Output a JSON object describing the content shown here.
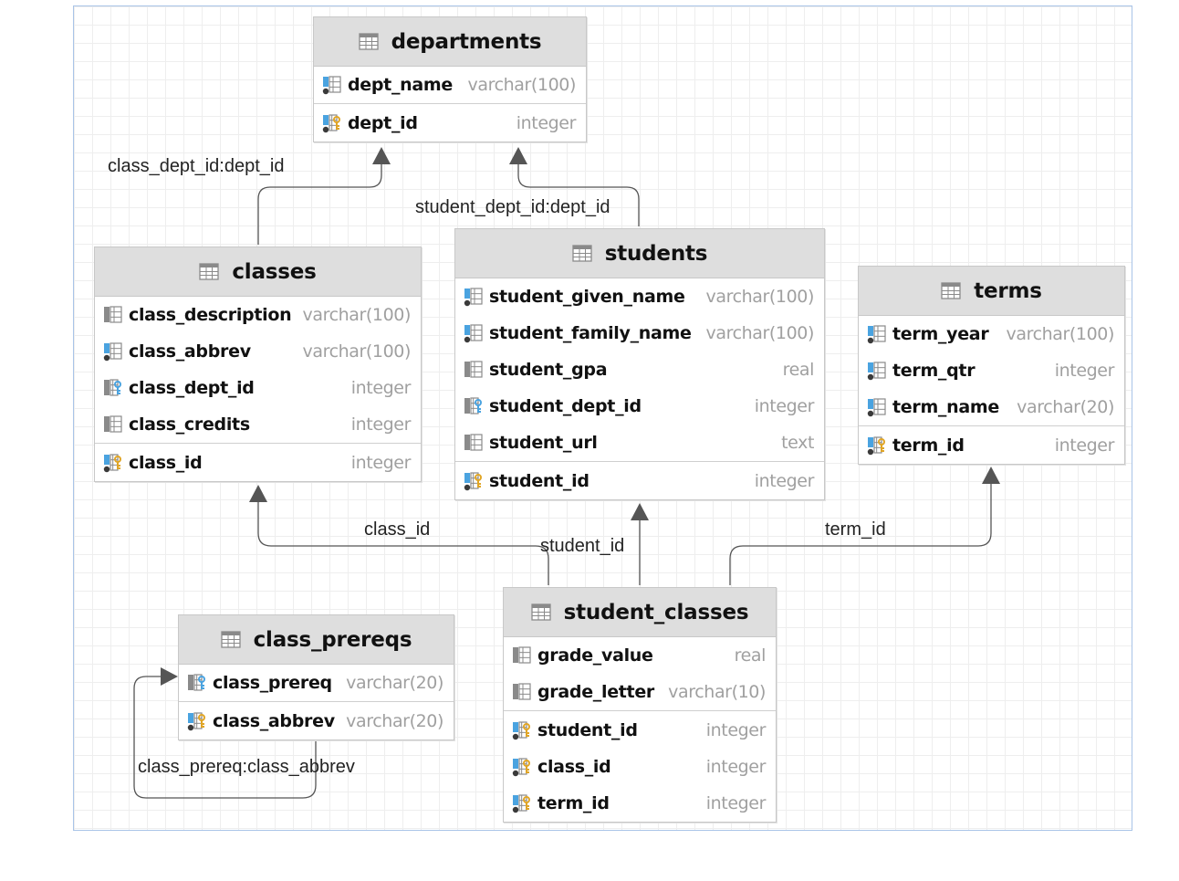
{
  "tables": {
    "departments": {
      "title": "departments",
      "columns": [
        {
          "name": "dept_name",
          "type": "varchar(100)",
          "icon": "column-notnull-icon"
        },
        {
          "name": "dept_id",
          "type": "integer",
          "icon": "primary-key-icon"
        }
      ]
    },
    "classes": {
      "title": "classes",
      "columns": [
        {
          "name": "class_description",
          "type": "varchar(100)",
          "icon": "column-icon"
        },
        {
          "name": "class_abbrev",
          "type": "varchar(100)",
          "icon": "column-notnull-icon"
        },
        {
          "name": "class_dept_id",
          "type": "integer",
          "icon": "foreign-key-icon"
        },
        {
          "name": "class_credits",
          "type": "integer",
          "icon": "column-icon"
        },
        {
          "name": "class_id",
          "type": "integer",
          "icon": "primary-key-icon"
        }
      ]
    },
    "students": {
      "title": "students",
      "columns": [
        {
          "name": "student_given_name",
          "type": "varchar(100)",
          "icon": "column-notnull-icon"
        },
        {
          "name": "student_family_name",
          "type": "varchar(100)",
          "icon": "column-notnull-icon"
        },
        {
          "name": "student_gpa",
          "type": "real",
          "icon": "column-icon"
        },
        {
          "name": "student_dept_id",
          "type": "integer",
          "icon": "foreign-key-icon"
        },
        {
          "name": "student_url",
          "type": "text",
          "icon": "column-icon"
        },
        {
          "name": "student_id",
          "type": "integer",
          "icon": "primary-key-icon"
        }
      ]
    },
    "terms": {
      "title": "terms",
      "columns": [
        {
          "name": "term_year",
          "type": "varchar(100)",
          "icon": "column-notnull-icon"
        },
        {
          "name": "term_qtr",
          "type": "integer",
          "icon": "column-notnull-icon"
        },
        {
          "name": "term_name",
          "type": "varchar(20)",
          "icon": "column-notnull-icon"
        },
        {
          "name": "term_id",
          "type": "integer",
          "icon": "primary-key-icon"
        }
      ]
    },
    "class_prereqs": {
      "title": "class_prereqs",
      "columns": [
        {
          "name": "class_prereq",
          "type": "varchar(20)",
          "icon": "foreign-key-icon"
        },
        {
          "name": "class_abbrev",
          "type": "varchar(20)",
          "icon": "primary-key-icon"
        }
      ]
    },
    "student_classes": {
      "title": "student_classes",
      "columns": [
        {
          "name": "grade_value",
          "type": "real",
          "icon": "column-icon"
        },
        {
          "name": "grade_letter",
          "type": "varchar(10)",
          "icon": "column-icon"
        },
        {
          "name": "student_id",
          "type": "integer",
          "icon": "primary-key-icon"
        },
        {
          "name": "class_id",
          "type": "integer",
          "icon": "primary-key-icon"
        },
        {
          "name": "term_id",
          "type": "integer",
          "icon": "primary-key-icon"
        }
      ]
    }
  },
  "relations": {
    "class_dept": "class_dept_id:dept_id",
    "student_dept": "student_dept_id:dept_id",
    "class_id": "class_id",
    "student_id": "student_id",
    "term_id": "term_id",
    "prereq": "class_prereq:class_abbrev"
  },
  "colors": {
    "header_bg": "#dedede",
    "key_gold": "#e0a526",
    "fk_blue": "#4aa3e0",
    "icon_grey": "#8a8a8a"
  }
}
